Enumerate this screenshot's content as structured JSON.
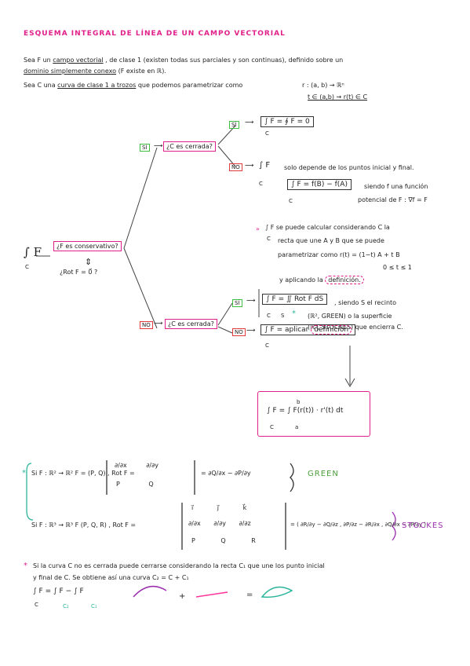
{
  "title": "ESQUEMA INTEGRAL DE LÍNEA DE UN CAMPO VECTORIAL",
  "intro": {
    "line1a": "Sea F un",
    "line1b": "campo vectorial",
    "line1c": ", de clase 1 (existen todas sus parciales y son continuas), definido sobre un",
    "line2a": "dominio simplemente conexo",
    "line2b": "(F existe en ℝ).",
    "line3a": "Sea C una",
    "line3b": "curva de clase 1 a trozos",
    "line3c": "que podemos parametrizar como",
    "param1": "r : (a, b) → ℝⁿ",
    "param2": "t ∈ (a,b) ⇝ r(t) ∈ C"
  },
  "tree": {
    "root": "∫ F",
    "root_sub": "C",
    "q_conservative": "¿F es conservativo?",
    "equiv": "⇕",
    "rot_q": "¿Rot F = 0⃗ ?",
    "yes": "SÍ",
    "no": "NO",
    "q_closed": "¿C es cerrada?",
    "r1_formula": "∫ F = ∮ F = 0",
    "r2_formula": "∫ F",
    "r2_text": "solo depende de los puntos inicial y final.",
    "r2_box": "∫ F = f(B) − f(A)",
    "r2_siendo": "siendo f una función",
    "r2_potencial": "potencial de F : ∇f = F",
    "r3_mark": "»",
    "r3_line1": "∫ F se puede calcular considerando C la",
    "r3_line2": "recta que une A y B que se puede",
    "r3_line3": "parametrizar como r(t) = (1−t) A + t B",
    "r3_line4": "0 ≤ t ≤ 1",
    "r3_line5a": "y aplicando la",
    "r3_line5b": "definición.",
    "r4_formula": "∫ F = ∬ Rot F dS",
    "r4_star": "*",
    "r4_text": ", siendo S el recinto",
    "r4_line2": "(ℝ², GREEN) o la superficie",
    "r4_line3": "(ℝ³, STOCKES) que encierra C.",
    "r5_formula": "∫ F = aplicar",
    "r5_cloud": "definición",
    "def_formula": "∫ F = ∫ F(r(t)) · r'(t) dt",
    "def_a": "a",
    "def_b": "b",
    "c": "C",
    "s": "S"
  },
  "green": {
    "star": "*",
    "text": "Si F : ℝ² → ℝ²   F = (P, Q) , Rot F =",
    "det_row1": [
      "∂/∂x",
      "∂/∂y"
    ],
    "det_row2": [
      "P",
      "Q"
    ],
    "result": "= ∂Q/∂x − ∂P/∂y",
    "label": "GREEN"
  },
  "stokes": {
    "text": "Si F : ℝ³ → ℝ³  F (P, Q, R) , Rot F =",
    "det_row0": [
      "i⃗",
      "j⃗",
      "k⃗"
    ],
    "det_row1": [
      "∂/∂x",
      "∂/∂y",
      "∂/∂z"
    ],
    "det_row2": [
      "P",
      "Q",
      "R"
    ],
    "result": "= ( ∂R/∂y − ∂Q/∂z , ∂P/∂z − ∂R/∂x , ∂Q/∂x − ∂P/∂y )",
    "label": "STOCKES"
  },
  "note": {
    "star": "*",
    "line1": "Si la curva C no es cerrada puede cerrarse considerando la recta C₁ que une los punto inicial",
    "line2": "y final de C. Se obtiene así una curva C₂ = C + C₁",
    "formula": "∫ F = ∫ F − ∫ F",
    "sub_c": "C",
    "sub_c2": "C₂",
    "sub_c1": "C₁",
    "plus": "+",
    "equals": "="
  },
  "colors": {
    "pink": "#e0218a",
    "green_box": "#3fbf3f",
    "red_box": "#e23b3b",
    "purple_curve": "#9b2fae",
    "magenta_line": "#ff3399",
    "teal_shape": "#2ab59a"
  }
}
